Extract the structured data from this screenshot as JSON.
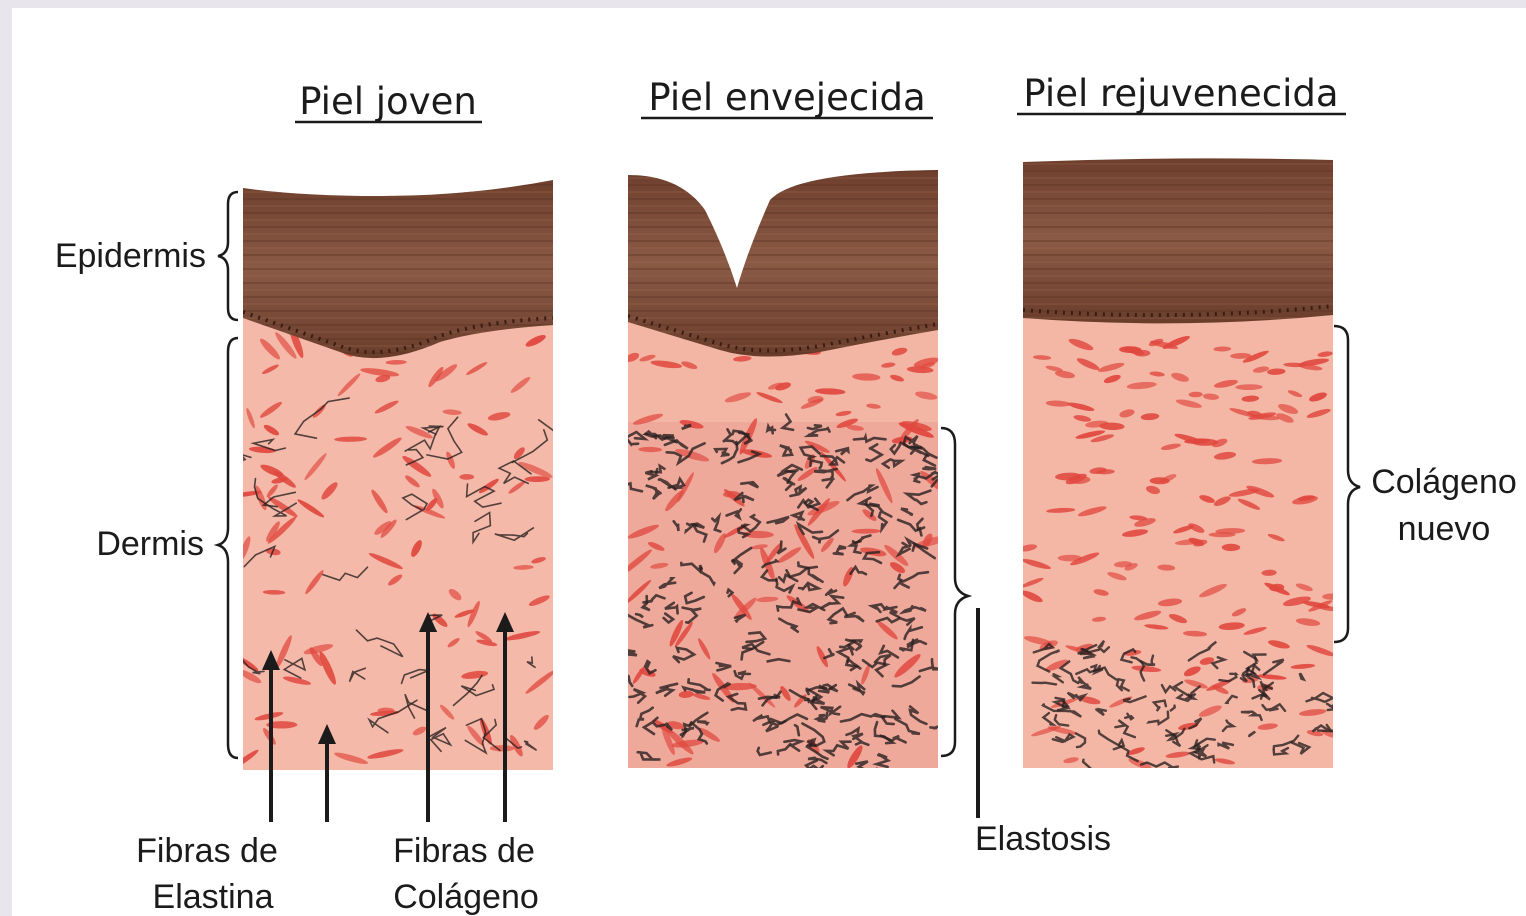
{
  "panels": {
    "young": {
      "title": "Piel joven"
    },
    "aged": {
      "title": "Piel envejecida"
    },
    "rejuvenated": {
      "title": "Piel rejuvenecida"
    }
  },
  "labels": {
    "epidermis": "Epidermis",
    "dermis": "Dermis",
    "elastin_line1": "Fibras de",
    "elastin_line2": "Elastina",
    "collagen_line1": "Fibras de",
    "collagen_line2": "Colágeno",
    "elastosis": "Elastosis",
    "new_collagen_line1": "Colágeno",
    "new_collagen_line2": "nuevo"
  },
  "colors": {
    "epidermis": "#7a4a36",
    "dermis": "#f3b7a6",
    "collagen": "#e0483f",
    "elastin": "#2a2020"
  }
}
